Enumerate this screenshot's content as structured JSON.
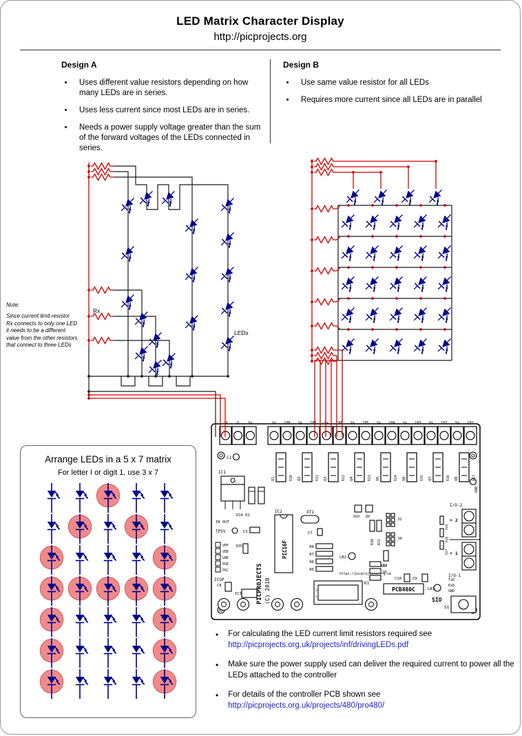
{
  "header": {
    "title": "LED Matrix Character Display",
    "subtitle": "http://picprojects.org"
  },
  "design_a": {
    "heading": "Design A",
    "bullets": [
      "Uses different value resistors depending on how many LEDs are in series.",
      "Uses less current since most LEDs are in series.",
      "Needs a power supply voltage greater than the sum of the forward voltages of the LEDs connected in series."
    ]
  },
  "design_b": {
    "heading": "Design B",
    "bullets": [
      "Use same value resistor for all LEDs",
      "Requires more current since all LEDs are in parallel"
    ]
  },
  "note": {
    "label": "Note:",
    "body": "Since current limit resistor Rx connects to only one LED it needs to be a different value from the other resistors that connect to three LEDs"
  },
  "schematics": {
    "rx_label": "Rx",
    "ledx_label": "LEDx"
  },
  "matrix_box": {
    "title": "Arrange LEDs in a 5 x 7 matrix",
    "subtitle": "For letter I or digit 1, use 3 x 7",
    "rows": 7,
    "cols": 5,
    "lit_color": "#f08a8a",
    "lit_cells": [
      [
        0,
        0,
        1,
        0,
        0
      ],
      [
        0,
        1,
        0,
        1,
        0
      ],
      [
        1,
        0,
        0,
        0,
        1
      ],
      [
        1,
        1,
        1,
        1,
        1
      ],
      [
        1,
        0,
        0,
        0,
        1
      ],
      [
        1,
        0,
        0,
        0,
        1
      ],
      [
        1,
        0,
        0,
        0,
        1
      ]
    ]
  },
  "pcb": {
    "power_terminals": [
      "-V",
      "-V-",
      "V+"
    ],
    "channel_terminals": [
      "V+",
      "CH8",
      "V+",
      "CH7",
      "V+",
      "CH6",
      "V+",
      "CH5",
      "V+",
      "CH4",
      "V+",
      "CH3",
      "V+",
      "CH2",
      "V+",
      "CH1"
    ],
    "q_labels": [
      "Q1",
      "Q2",
      "Q3",
      "Q4",
      "Q5",
      "Q6",
      "Q7",
      "Q8"
    ],
    "r_labels": [
      "R10",
      "R11",
      "R12",
      "R13",
      "R14",
      "R15",
      "R16",
      "R17"
    ],
    "icsp_pins": [
      "VPP",
      "VDD",
      "GND",
      "PGD",
      "PGC"
    ],
    "labels": {
      "c1": "C1",
      "ic1": "IC1",
      "d14_d1": "D14 D1",
      "in_out": "IN OUT",
      "tp5v": "TP5V",
      "c3": "C3",
      "ic2": "IC2",
      "pic": "PIC16F",
      "xt1": "XT1",
      "c7": "C7",
      "r35": "R35",
      "icsp": "ICSP",
      "c8": "C8",
      "ic3": "IC3",
      "brand": "PICPROJECTS",
      "brand_year": "(C) 2010",
      "site": "https://picprojects.org.uk",
      "r8": "R8",
      "r7": "R7",
      "r6": "R6",
      "r5": "R5",
      "lb2": "LB2",
      "q9": "Q9",
      "q10": "Q10",
      "r30": "R30",
      "r31": "R31",
      "j2": "J2",
      "j4": "J4",
      "r34": "R34",
      "d3": "D3",
      "d5": "D5",
      "c10": "C10",
      "c9": "C9",
      "lb1": "LB1",
      "k1": "K1",
      "k1_pin2": "2",
      "k1_pin1": "1",
      "pcb_id": "PCB480C",
      "sio": "SIO",
      "s1": "S1",
      "txd": "TxD",
      "rxd": "RxD",
      "gnd2": "GND",
      "gnd": "GND",
      "io2": "I/O-2",
      "io1": "I/O-1",
      "plus2": "+ 2",
      "plus1": "+ 1",
      "r26": "R26",
      "r36": "R36",
      "r27": "R27"
    }
  },
  "footer": {
    "bullets": [
      {
        "text": "For calculating the LED current limit resistors required see",
        "link": "http://picprojects.org.uk/projects/inf/drivingLEDs.pdf"
      },
      {
        "text": "Make sure the power supply used can deliver the required current to power all the LEDs attached to the controller",
        "link": ""
      },
      {
        "text": "For details of the controller PCB shown see",
        "link": "http://picprojects.org.uk/projects/480/pro480/"
      }
    ]
  },
  "colors": {
    "wire_red": "#d10000",
    "led_navy": "#00008b",
    "lit_led_fill": "#f08a8a",
    "link_blue": "#2222cc"
  }
}
